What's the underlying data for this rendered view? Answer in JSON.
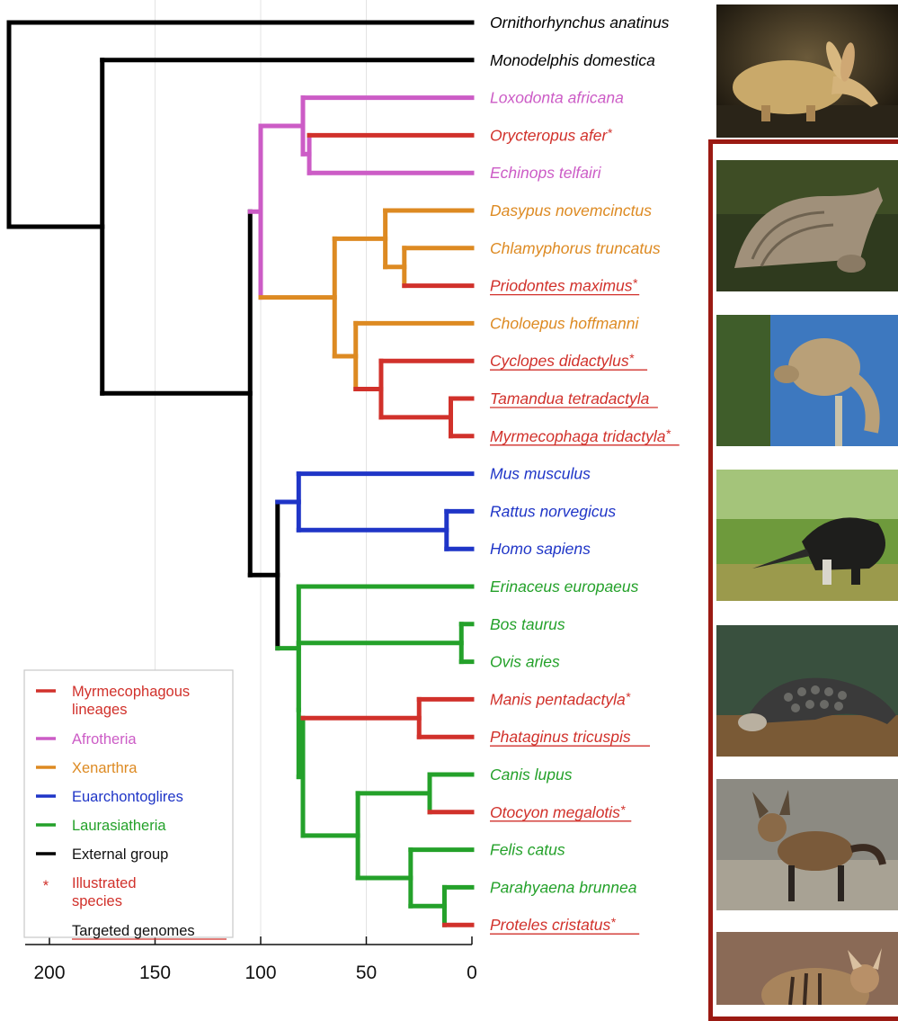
{
  "colors": {
    "myrmecophagous": "#d1312b",
    "afrotheria": "#cc5cc6",
    "xenarthra": "#dd8a22",
    "euarchontoglires": "#1f35c7",
    "laurasiatheria": "#24a12a",
    "external": "#000000",
    "frame": "#9b1a13"
  },
  "taxa": [
    {
      "name": "Ornithorhynchus anatinus",
      "group": "external",
      "underlined": false,
      "star": false
    },
    {
      "name": "Monodelphis domestica",
      "group": "external",
      "underlined": false,
      "star": false
    },
    {
      "name": "Loxodonta africana",
      "group": "afrotheria",
      "underlined": false,
      "star": false
    },
    {
      "name": "Orycteropus afer",
      "group": "myrmecophagous",
      "underlined": false,
      "star": true
    },
    {
      "name": "Echinops telfairi",
      "group": "afrotheria",
      "underlined": false,
      "star": false
    },
    {
      "name": "Dasypus novemcinctus",
      "group": "xenarthra",
      "underlined": false,
      "star": false
    },
    {
      "name": "Chlamyphorus truncatus",
      "group": "xenarthra",
      "underlined": false,
      "star": false
    },
    {
      "name": "Priodontes maximus",
      "group": "myrmecophagous",
      "underlined": true,
      "star": true
    },
    {
      "name": "Choloepus hoffmanni",
      "group": "xenarthra",
      "underlined": false,
      "star": false
    },
    {
      "name": "Cyclopes didactylus",
      "group": "myrmecophagous",
      "underlined": true,
      "star": true
    },
    {
      "name": "Tamandua tetradactyla",
      "group": "myrmecophagous",
      "underlined": true,
      "star": false
    },
    {
      "name": "Myrmecophaga tridactyla",
      "group": "myrmecophagous",
      "underlined": true,
      "star": true
    },
    {
      "name": "Mus musculus",
      "group": "euarchontoglires",
      "underlined": false,
      "star": false
    },
    {
      "name": "Rattus norvegicus",
      "group": "euarchontoglires",
      "underlined": false,
      "star": false
    },
    {
      "name": "Homo sapiens",
      "group": "euarchontoglires",
      "underlined": false,
      "star": false
    },
    {
      "name": "Erinaceus europaeus",
      "group": "laurasiatheria",
      "underlined": false,
      "star": false
    },
    {
      "name": "Bos taurus",
      "group": "laurasiatheria",
      "underlined": false,
      "star": false
    },
    {
      "name": "Ovis aries",
      "group": "laurasiatheria",
      "underlined": false,
      "star": false
    },
    {
      "name": "Manis pentadactyla",
      "group": "myrmecophagous",
      "underlined": false,
      "star": true
    },
    {
      "name": "Phataginus tricuspis",
      "group": "myrmecophagous",
      "underlined": true,
      "star": false
    },
    {
      "name": "Canis lupus",
      "group": "laurasiatheria",
      "underlined": false,
      "star": false
    },
    {
      "name": "Otocyon megalotis",
      "group": "myrmecophagous",
      "underlined": true,
      "star": true
    },
    {
      "name": "Felis catus",
      "group": "laurasiatheria",
      "underlined": false,
      "star": false
    },
    {
      "name": "Parahyaena brunnea",
      "group": "laurasiatheria",
      "underlined": false,
      "star": false
    },
    {
      "name": "Proteles cristatus",
      "group": "myrmecophagous",
      "underlined": true,
      "star": true
    }
  ],
  "tree": {
    "age": 220,
    "group": "external",
    "children": [
      {
        "leaf": 0
      },
      {
        "age": 175,
        "group": "external",
        "children": [
          {
            "leaf": 1
          },
          {
            "age": 105,
            "group": "external",
            "children": [
              {
                "age": 100,
                "group": "afrotheria",
                "children": [
                  {
                    "age": 80,
                    "group": "afrotheria",
                    "children": [
                      {
                        "leaf": 2
                      },
                      {
                        "age": 77,
                        "group": "afrotheria",
                        "children": [
                          {
                            "leaf": 3,
                            "age": 76
                          },
                          {
                            "leaf": 4
                          }
                        ]
                      }
                    ]
                  },
                  {
                    "age": 65,
                    "group": "xenarthra",
                    "children": [
                      {
                        "age": 41,
                        "group": "xenarthra",
                        "children": [
                          {
                            "leaf": 5
                          },
                          {
                            "age": 32,
                            "group": "xenarthra",
                            "children": [
                              {
                                "leaf": 6
                              },
                              {
                                "leaf": 7
                              }
                            ]
                          }
                        ]
                      },
                      {
                        "age": 55,
                        "group": "xenarthra",
                        "children": [
                          {
                            "leaf": 8
                          },
                          {
                            "age": 43,
                            "group": "myrmecophagous",
                            "children": [
                              {
                                "leaf": 9
                              },
                              {
                                "age": 10,
                                "group": "myrmecophagous",
                                "children": [
                                  {
                                    "leaf": 10
                                  },
                                  {
                                    "leaf": 11
                                  }
                                ]
                              }
                            ]
                          }
                        ]
                      }
                    ]
                  }
                ]
              },
              {
                "age": 92,
                "group": "external",
                "children": [
                  {
                    "age": 82,
                    "group": "euarchontoglires",
                    "children": [
                      {
                        "leaf": 12
                      },
                      {
                        "age": 12,
                        "group": "euarchontoglires",
                        "children": [
                          {
                            "leaf": 13
                          },
                          {
                            "leaf": 14
                          }
                        ]
                      }
                    ]
                  },
                  {
                    "age": 82,
                    "group": "laurasiatheria",
                    "children": [
                      {
                        "leaf": 15
                      },
                      {
                        "age": 82,
                        "group": "laurasiatheria",
                        "children": [
                          {
                            "age": 5,
                            "group": "laurasiatheria",
                            "children": [
                              {
                                "leaf": 16
                              },
                              {
                                "leaf": 17
                              }
                            ]
                          },
                          {
                            "age": 80,
                            "group": "laurasiatheria",
                            "children": [
                              {
                                "age": 25,
                                "group": "myrmecophagous",
                                "children": [
                                  {
                                    "leaf": 18
                                  },
                                  {
                                    "leaf": 19
                                  }
                                ]
                              },
                              {
                                "age": 54,
                                "group": "laurasiatheria",
                                "children": [
                                  {
                                    "age": 20,
                                    "group": "laurasiatheria",
                                    "children": [
                                      {
                                        "leaf": 20
                                      },
                                      {
                                        "leaf": 21
                                      }
                                    ]
                                  },
                                  {
                                    "age": 29,
                                    "group": "laurasiatheria",
                                    "children": [
                                      {
                                        "leaf": 22
                                      },
                                      {
                                        "age": 13,
                                        "group": "laurasiatheria",
                                        "children": [
                                          {
                                            "leaf": 23
                                          },
                                          {
                                            "leaf": 24
                                          }
                                        ]
                                      }
                                    ]
                                  }
                                ]
                              }
                            ]
                          }
                        ]
                      }
                    ]
                  }
                ]
              }
            ]
          }
        ]
      }
    ]
  },
  "axis": {
    "ticks": [
      200,
      150,
      100,
      50,
      0
    ],
    "gridlines": [
      150,
      100,
      50
    ]
  },
  "legend": [
    {
      "label": "Myrmecophagous lineages",
      "group": "myrmecophagous",
      "marker": "line"
    },
    {
      "label": "Afrotheria",
      "group": "afrotheria",
      "marker": "line"
    },
    {
      "label": "Xenarthra",
      "group": "xenarthra",
      "marker": "line"
    },
    {
      "label": "Euarchontoglires",
      "group": "euarchontoglires",
      "marker": "line"
    },
    {
      "label": "Laurasiatheria",
      "group": "laurasiatheria",
      "marker": "line"
    },
    {
      "label": "External group",
      "group": "external",
      "marker": "line"
    },
    {
      "label": "Illustrated species",
      "group": "myrmecophagous",
      "marker": "star"
    },
    {
      "label": "Targeted genomes",
      "group": "external",
      "marker": "underline"
    }
  ],
  "photos": [
    {
      "subject": "aardvark",
      "icon": "aardvark-photo"
    },
    {
      "subject": "giant armadillo",
      "icon": "armadillo-photo"
    },
    {
      "subject": "silky anteater",
      "icon": "silky-anteater-photo"
    },
    {
      "subject": "giant anteater",
      "icon": "giant-anteater-photo"
    },
    {
      "subject": "pangolin",
      "icon": "pangolin-photo"
    },
    {
      "subject": "bat-eared fox",
      "icon": "bat-eared-fox-photo"
    },
    {
      "subject": "aardwolf",
      "icon": "aardwolf-photo"
    }
  ]
}
